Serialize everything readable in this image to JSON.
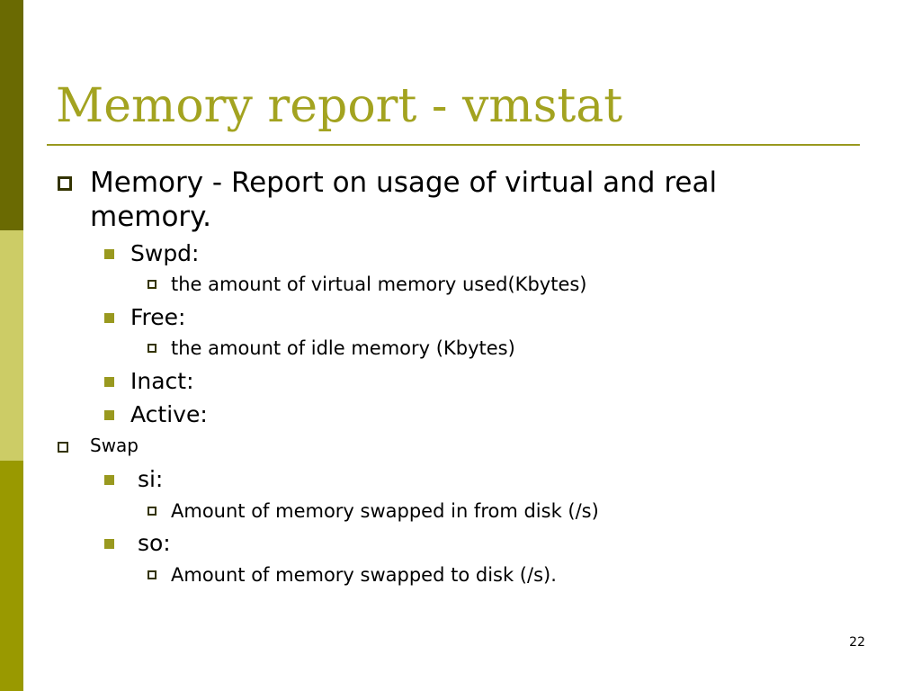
{
  "colors": {
    "accent": "#99991f",
    "title": "#a3a320",
    "bar_dark": "#6a6a02",
    "bar_light": "#cccc66",
    "bar_mid": "#999900",
    "bullet_outline": "#333300",
    "bullet_fill": "#99991f"
  },
  "slide": {
    "title": "Memory report - vmstat",
    "page_number": "22",
    "outline": {
      "memory": {
        "text_line1": "Memory - Report on usage of virtual and real",
        "text_line2": "memory.",
        "swpd": {
          "label": "Swpd:",
          "detail": "the amount  of virtual memory used(Kbytes)"
        },
        "free": {
          "label": "Free:",
          "detail": "the amount of idle memory (Kbytes)"
        },
        "inact": {
          "label": "Inact:"
        },
        "active": {
          "label": "Active:"
        }
      },
      "swap": {
        "text": "Swap",
        "si": {
          "label": " si:",
          "detail": "Amount of memory swapped in from disk (/s)"
        },
        "so": {
          "label": " so:",
          "detail": "Amount of memory swapped to disk (/s)."
        }
      }
    }
  }
}
